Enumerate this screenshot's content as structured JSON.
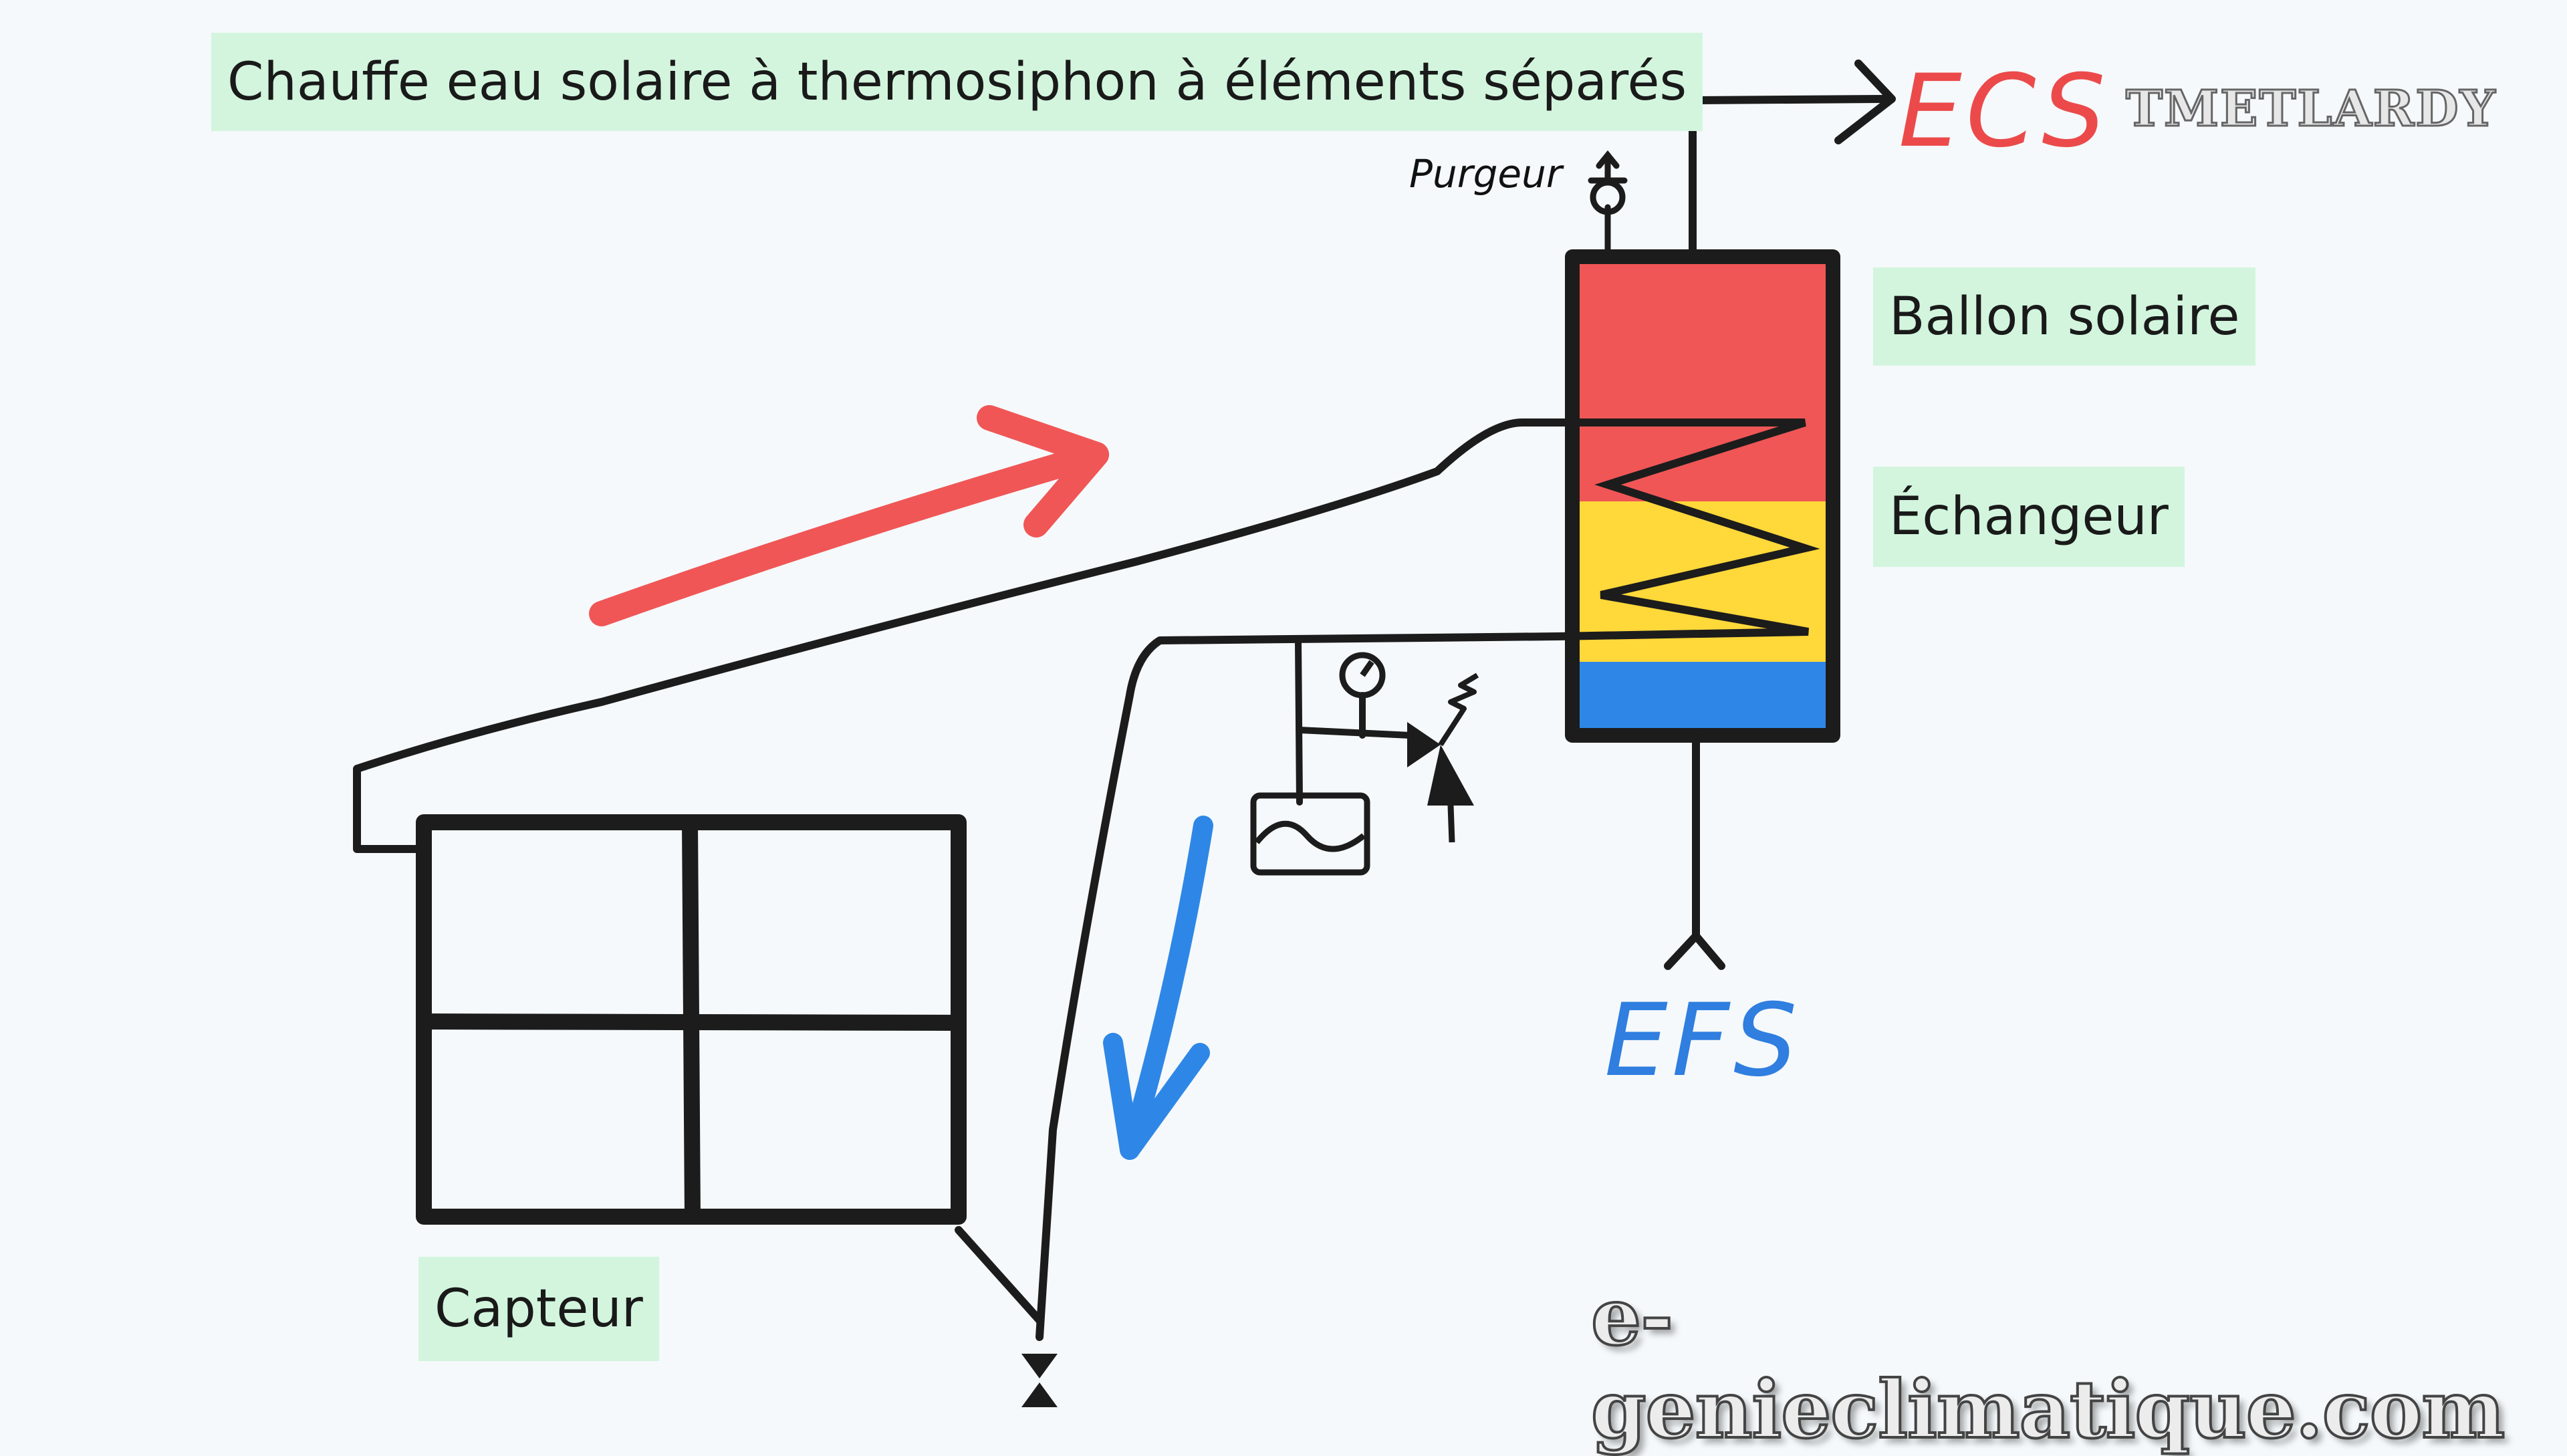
{
  "title": "Chauffe eau solaire à thermosiphon à éléments séparés",
  "labels": {
    "ballon": "Ballon solaire",
    "echangeur": "Échangeur",
    "capteur": "Capteur",
    "ecs": "ECS",
    "efs": "EFS",
    "purgeur": "Purgeur"
  },
  "branding": {
    "top": "TMETLARDY",
    "bottom": "e-genieclimatique.com"
  },
  "colors": {
    "label_bg": "#d3f5de",
    "hot": "#f05656",
    "warm": "#ffd83a",
    "cold": "#2e87e6",
    "ecs_text": "#ec4a4a",
    "efs_text": "#2f7ee0",
    "line": "#1c1c1c"
  },
  "icons": {
    "hot-flow-arrow": "arrow-up-right",
    "cold-flow-arrow": "arrow-down",
    "drain-valve": "valve",
    "pressure-gauge": "gauge",
    "safety-valve": "valve-with-spring",
    "expansion-vessel": "vessel"
  }
}
